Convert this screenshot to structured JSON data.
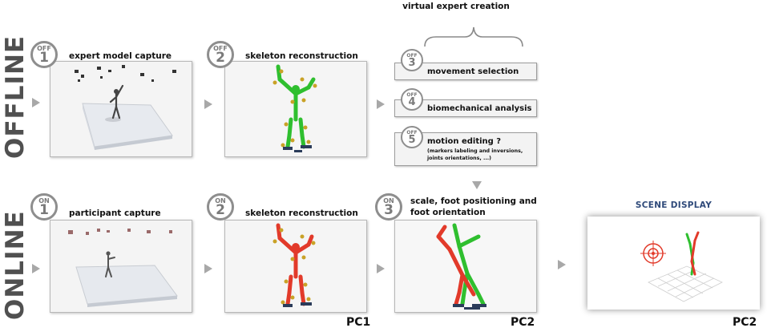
{
  "rows": {
    "offline_label": "OFFLINE",
    "online_label": "ONLINE"
  },
  "offline": {
    "virtual_expert": "virtual expert creation",
    "steps": [
      {
        "badge_tag": "OFF",
        "badge_num": "1",
        "title": "expert model capture"
      },
      {
        "badge_tag": "OFF",
        "badge_num": "2",
        "title": "skeleton reconstruction"
      },
      {
        "badge_tag": "OFF",
        "badge_num": "3",
        "title": "movement selection"
      },
      {
        "badge_tag": "OFF",
        "badge_num": "4",
        "title": "biomechanical analysis"
      },
      {
        "badge_tag": "OFF",
        "badge_num": "5",
        "title": "motion editing ?",
        "note_line1": "(markers labeling and inversions,",
        "note_line2": "joints orientations, ...)"
      }
    ]
  },
  "online": {
    "steps": [
      {
        "badge_tag": "ON",
        "badge_num": "1",
        "title": "participant capture"
      },
      {
        "badge_tag": "ON",
        "badge_num": "2",
        "title": "skeleton reconstruction"
      },
      {
        "badge_tag": "ON",
        "badge_num": "3",
        "title_line1": "scale, foot positioning and",
        "title_line2": "foot orientation"
      }
    ],
    "scene_display": "SCENE DISPLAY"
  },
  "pc_labels": {
    "pc1": "PC1",
    "pc2_a": "PC2",
    "pc2_b": "PC2"
  },
  "colors": {
    "skeleton_expert": "#2fbf2f",
    "skeleton_participant": "#e23a2a",
    "marker": "#c9a227",
    "badge_border": "#8e8e8e",
    "scene_title": "#2f4a7a"
  }
}
